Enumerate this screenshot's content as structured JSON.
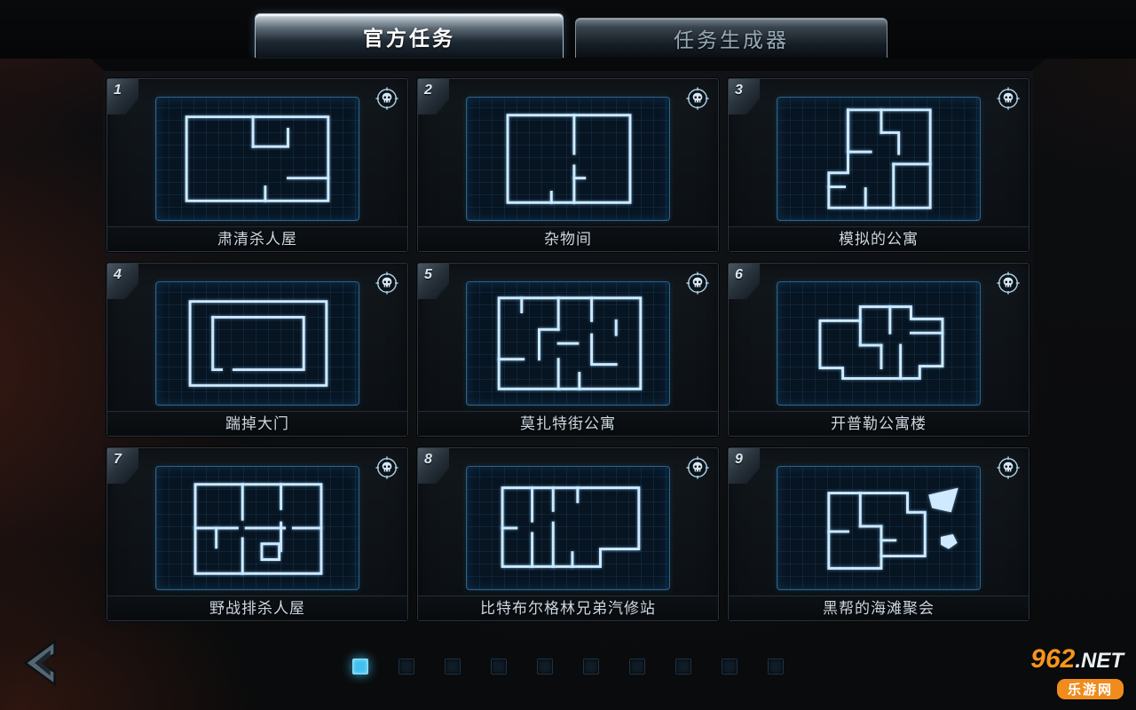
{
  "tabs": [
    {
      "label": "官方任务",
      "active": true
    },
    {
      "label": "任务生成器",
      "active": false
    }
  ],
  "missions": [
    {
      "number": "1",
      "name": "肃清杀人屋",
      "blueprint": {
        "strokes": [
          "M34 22 H196 V118 H34 Z",
          "M110 22 V56",
          "M110 56 H150 V36",
          "M150 92 H196",
          "M124 118 V102"
        ],
        "fills": []
      }
    },
    {
      "number": "2",
      "name": "杂物间",
      "blueprint": {
        "strokes": [
          "M46 20 H186 V120 H46 Z",
          "M122 20 V64",
          "M122 78 V120",
          "M122 92 H134",
          "M96 120 V108"
        ],
        "fills": []
      }
    },
    {
      "number": "3",
      "name": "模拟的公寓",
      "blueprint": {
        "strokes": [
          "M80 14 H174 V126 H58 V86 H80 Z",
          "M80 14 V62",
          "M80 62 H106",
          "M118 14 V40",
          "M118 40 H138 V64",
          "M174 76 H132",
          "M132 76 V126",
          "M100 126 V104",
          "M58 102 H76"
        ],
        "fills": []
      }
    },
    {
      "number": "4",
      "name": "踹掉大门",
      "blueprint": {
        "strokes": [
          "M38 22 H194 V118 H38 Z",
          "M64 40 H168 V100 H88",
          "M74 100 H64 V40"
        ],
        "fills": []
      }
    },
    {
      "number": "5",
      "name": "莫扎特街公寓",
      "blueprint": {
        "strokes": [
          "M36 18 H198 V122 H36 Z",
          "M104 18 V54",
          "M104 54 H82 V88",
          "M36 88 H64",
          "M104 88 V122",
          "M104 70 H126",
          "M142 18 V44",
          "M142 60 V94 H170",
          "M170 44 V60",
          "M62 18 V34",
          "M128 122 V104"
        ],
        "fills": []
      }
    },
    {
      "number": "6",
      "name": "开普勒公寓楼",
      "blueprint": {
        "strokes": [
          "M48 98 V44 H94 V28 H152 V42 H188 V96 H162 V110 H74 V98 Z",
          "M94 44 V72",
          "M94 72 H118",
          "M128 28 V58",
          "M152 58 H188",
          "M118 72 V98",
          "M140 72 V110"
        ],
        "fills": []
      }
    },
    {
      "number": "7",
      "name": "野战排杀人屋",
      "blueprint": {
        "strokes": [
          "M44 20 H188 V122 H44 Z",
          "M44 70 H92",
          "M102 70 H146",
          "M156 70 H188",
          "M98 20 V60",
          "M98 82 V122",
          "M142 20 V48",
          "M142 64 V96",
          "M120 88 H140 V106 H120 Z",
          "M68 70 V92"
        ],
        "fills": []
      }
    },
    {
      "number": "8",
      "name": "比特布尔格林兄弟汽修站",
      "blueprint": {
        "strokes": [
          "M40 24 H196 V94 H152 V114 H40 Z",
          "M74 24 V62",
          "M74 76 V114",
          "M98 24 V50",
          "M98 64 V114",
          "M40 70 H56",
          "M120 114 V98",
          "M126 24 V40"
        ],
        "fills": []
      }
    },
    {
      "number": "9",
      "name": "黑帮的海滩聚会",
      "blueprint": {
        "strokes": [
          "M58 30 H148 V52 H168 V102 H118 V116 H58 Z",
          "M94 30 V68",
          "M94 68 H118",
          "M118 68 V102",
          "M58 74 H80",
          "M118 84 H134"
        ],
        "fills": [
          "M172 32 L206 24 L198 52 L176 47 Z",
          "M186 80 L200 77 L205 87 L195 94 L186 89 Z"
        ]
      }
    }
  ],
  "pagination": {
    "count": 10,
    "active": 0
  },
  "icons": {
    "card_corner": "skull-crosshair",
    "back": "back-chevron"
  },
  "colors": {
    "accent_cyan": "#3fc0ef",
    "blueprint_stroke": "#cfeaff",
    "watermark_orange": "#f7941d"
  },
  "watermark": {
    "brand_number": "962",
    "brand_suffix": ".NET",
    "site_name": "乐游网"
  }
}
